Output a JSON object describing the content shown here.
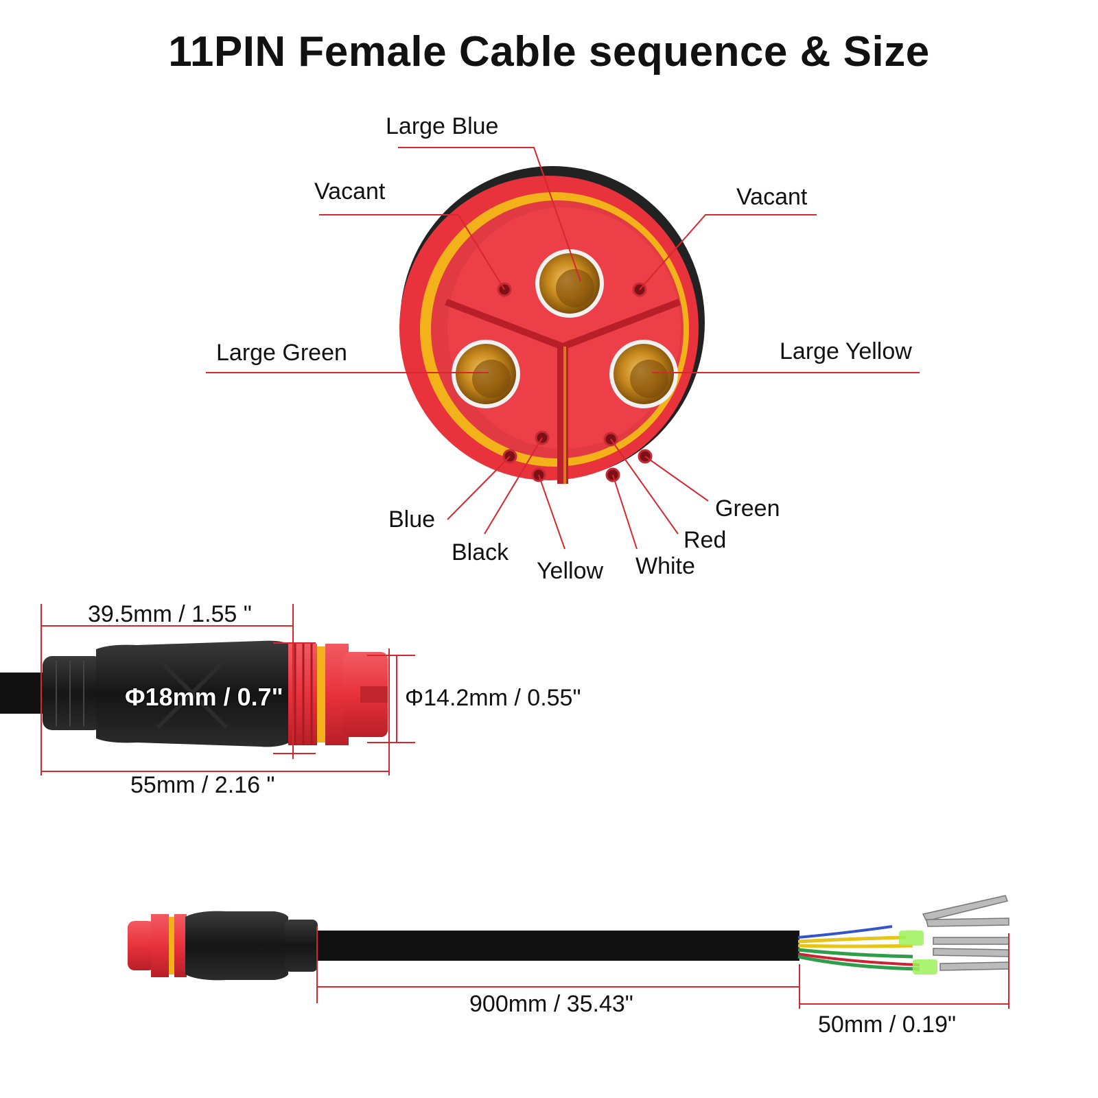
{
  "title": "11PIN Female Cable sequence & Size",
  "pins": {
    "large_blue": "Large Blue",
    "vacant_left": "Vacant",
    "vacant_right": "Vacant",
    "large_green": "Large Green",
    "large_yellow": "Large Yellow",
    "blue": "Blue",
    "black": "Black",
    "yellow": "Yellow",
    "white": "White",
    "red": "Red",
    "green": "Green"
  },
  "dimensions": {
    "body_length": "39.5mm / 1.55 \"",
    "body_diameter": "Φ18mm / 0.7\"",
    "head_diameter": "Φ14.2mm / 0.55\"",
    "total_length": "55mm / 2.16 \"",
    "cable_length": "900mm / 35.43\"",
    "wire_length": "50mm / 0.19\""
  },
  "colors": {
    "leader_line": "#d7262e",
    "connector_red": "#e8323c",
    "seal_yellow": "#f3b21a",
    "brass": "#c98a1e",
    "body_black": "#1a1a1a"
  }
}
